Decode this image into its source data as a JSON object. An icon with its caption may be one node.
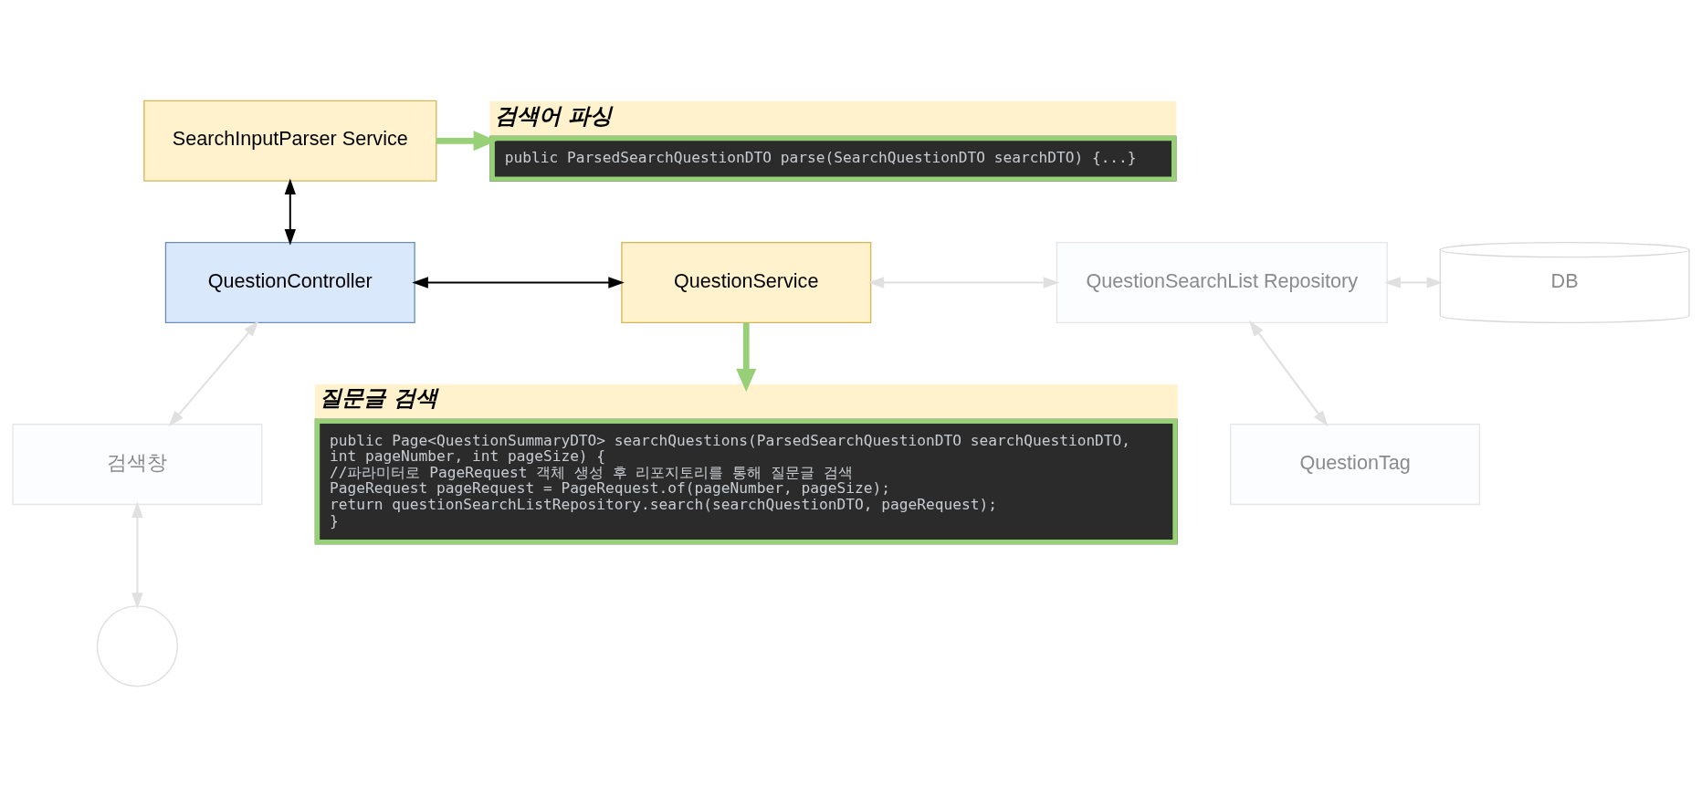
{
  "diagram": {
    "nodes": [
      {
        "text": [
          "SearchInputParser Service"
        ]
      },
      {
        "text": [
          "검색어 파싱",
          "public ParsedSearchQuestionDTO parse(SearchQuestionDTO searchDTO) {...}"
        ]
      },
      {
        "text": [
          "QuestionController"
        ]
      },
      {
        "text": [
          "QuestionService"
        ]
      },
      {
        "text": [
          "QuestionSearchList Repository"
        ]
      },
      {
        "text": [
          "DB"
        ]
      },
      {
        "text": [
          "검색창"
        ]
      },
      {
        "text": [
          "QuestionTag"
        ]
      },
      {
        "text": [],
        "shape": "person"
      },
      {
        "text": [
          "질문글 검색",
          "public Page<QuestionSummaryDTO> searchQuestions(ParsedSearchQuestionDTO searchQuestionDTO,",
          "int pageNumber, int pageSize) {",
          "//파라미터로 PageRequest 객체 생성 후 리포지토리를 통해 질문글 검색",
          "PageRequest pageRequest = PageRequest.of(pageNumber, pageSize);",
          "return questionSearchListRepository.search(searchQuestionDTO, pageRequest);",
          "}"
        ]
      }
    ],
    "edges": [
      {
        "from": 0,
        "to": 1,
        "arrow": "to",
        "style": "thick",
        "color": "#97d077"
      },
      {
        "from": 0,
        "to": 2,
        "arrow": "both",
        "color": "#000000"
      },
      {
        "from": 2,
        "to": 3,
        "arrow": "both",
        "color": "#000000"
      },
      {
        "from": 3,
        "to": 4,
        "arrow": "both",
        "color": "#e0e0e0"
      },
      {
        "from": 4,
        "to": 5,
        "arrow": "both",
        "color": "#e0e0e0"
      },
      {
        "from": 4,
        "to": 7,
        "arrow": "both",
        "color": "#e0e0e0"
      },
      {
        "from": 2,
        "to": 6,
        "arrow": "both",
        "color": "#e0e0e0"
      },
      {
        "from": 6,
        "to": 8,
        "arrow": "both",
        "color": "#e0e0e0"
      },
      {
        "from": 3,
        "to": 9,
        "arrow": "to",
        "style": "thick",
        "color": "#97d077"
      }
    ]
  }
}
